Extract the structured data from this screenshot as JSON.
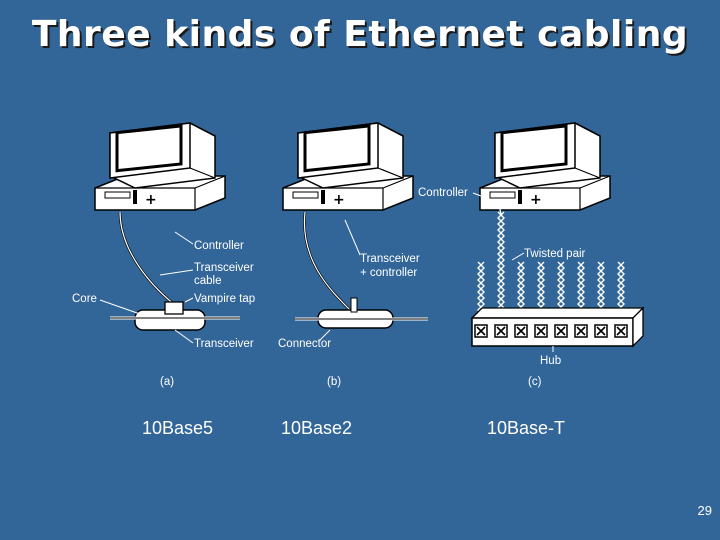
{
  "title": "Three kinds of Ethernet cabling",
  "figure": {
    "labels": {
      "controller_a": "Controller",
      "transceiver_cable_1": "Transceiver",
      "transceiver_cable_2": "cable",
      "core": "Core",
      "vampire_tap": "Vampire tap",
      "transceiver": "Transceiver",
      "transceiver_ctrl_1": "Transceiver",
      "transceiver_ctrl_2": "+ controller",
      "connector": "Connector",
      "controller_c": "Controller",
      "twisted_pair": "Twisted pair",
      "hub": "Hub"
    },
    "panels": [
      "(a)",
      "(b)",
      "(c)"
    ]
  },
  "captions": [
    "10Base5",
    "10Base2",
    "10Base-T"
  ],
  "page_number": "29"
}
